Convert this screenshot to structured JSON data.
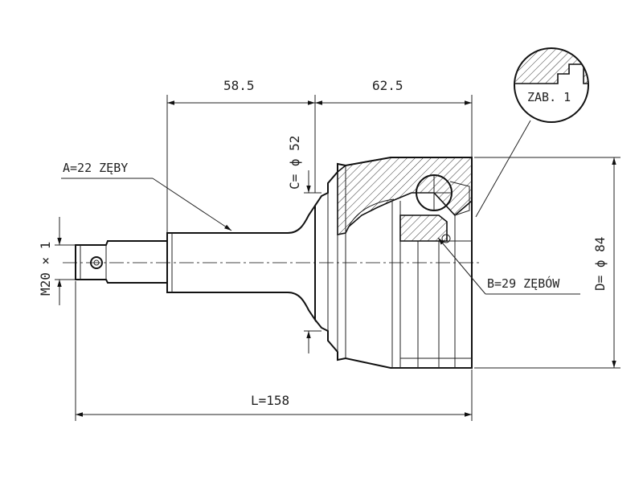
{
  "dimensions": {
    "left_section": "58.5",
    "right_section": "62.5",
    "bearing_diameter": "C= ϕ 52",
    "thread": "M20 × 1",
    "outer_diameter": "D= ϕ 84",
    "total_length": "L=158"
  },
  "callouts": {
    "shaft_teeth": "A=22  ZĘBY",
    "inner_teeth": "B=29  ZĘBÓW",
    "detail": "ZAB. 1"
  }
}
